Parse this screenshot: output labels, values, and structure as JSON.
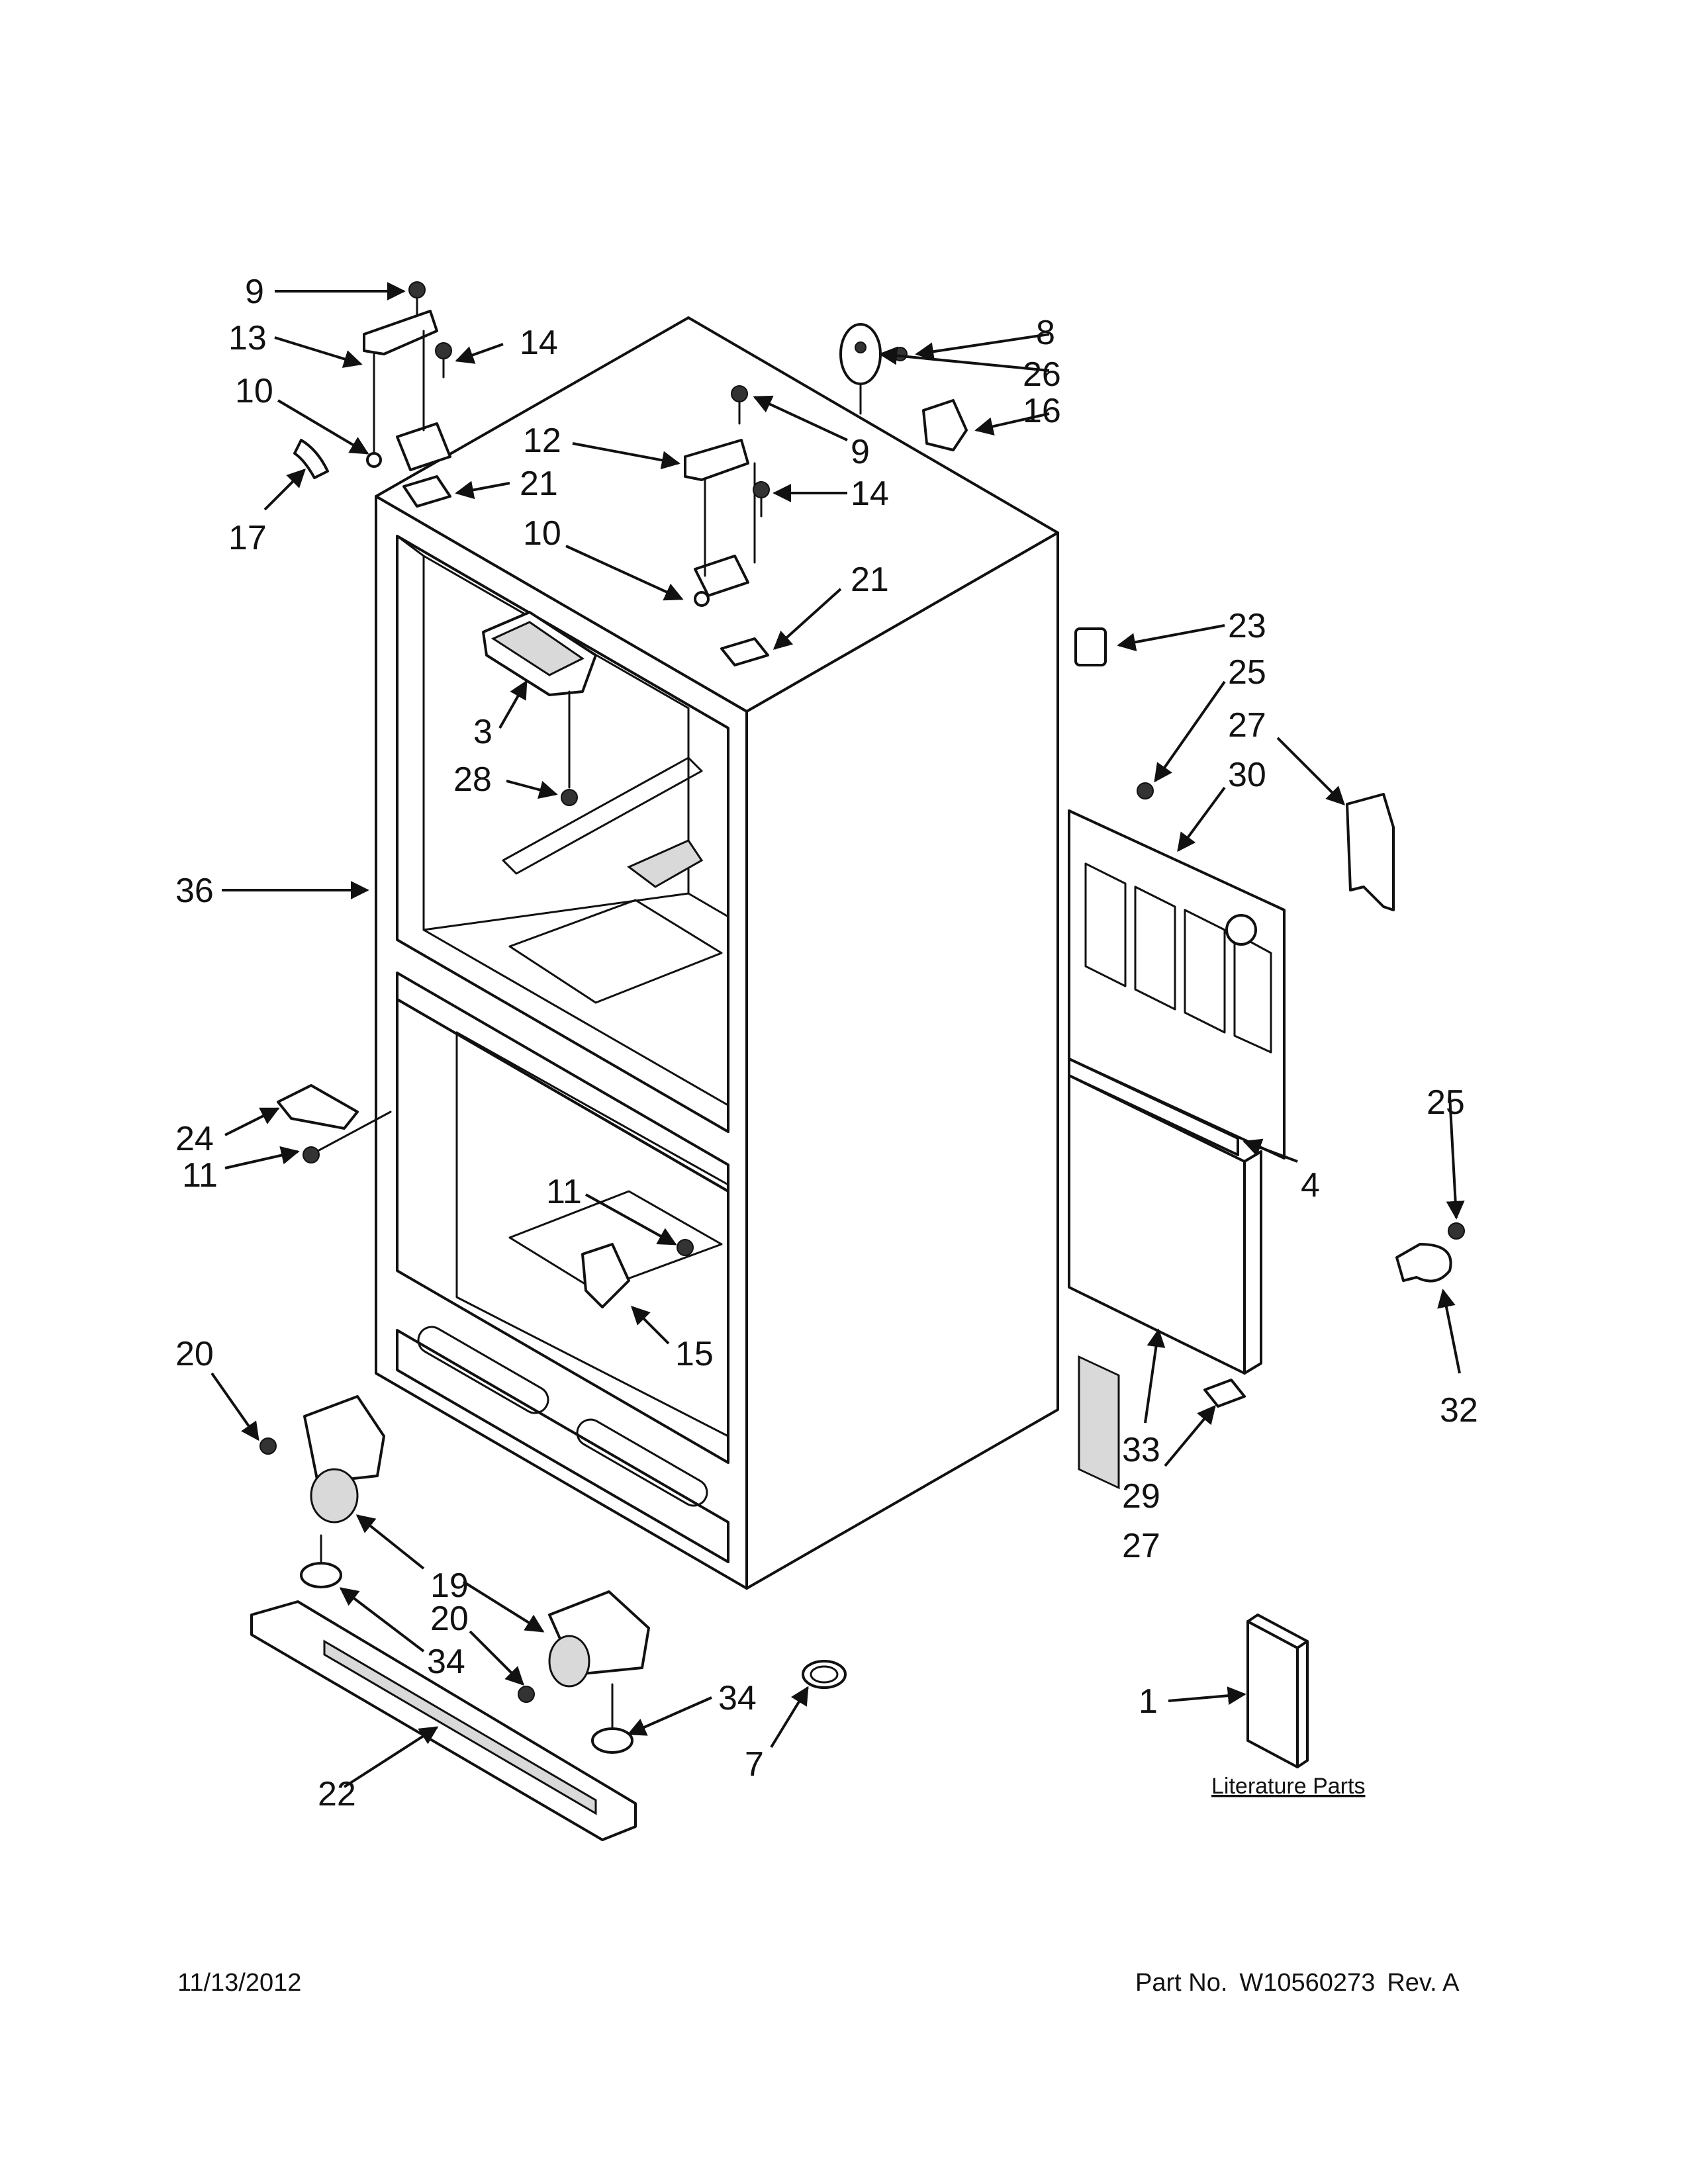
{
  "callouts": [
    "9",
    "13",
    "14",
    "10",
    "17",
    "21",
    "12",
    "9",
    "14",
    "10",
    "21",
    "8",
    "26",
    "16",
    "3",
    "28",
    "36",
    "24",
    "11",
    "11",
    "15",
    "23",
    "25",
    "27",
    "30",
    "4",
    "25",
    "32",
    "33",
    "29",
    "27",
    "20",
    "19",
    "20",
    "34",
    "34",
    "22",
    "7",
    "1"
  ],
  "literature_label": "Literature Parts",
  "footer": {
    "date": "11/13/2012",
    "part_label": "Part No.",
    "part_number": "W10560273",
    "revision": "Rev. A"
  }
}
